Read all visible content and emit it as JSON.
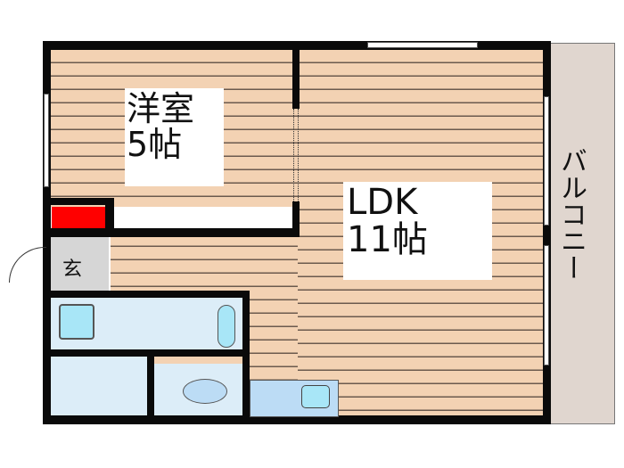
{
  "rooms": {
    "western_room": {
      "name": "洋室",
      "size": "5帖"
    },
    "ldk": {
      "name": "LDK",
      "size": "11帖"
    },
    "entrance": {
      "name": "玄"
    },
    "balcony": {
      "name": "バルコニー"
    }
  },
  "colors": {
    "floor": "#f3d2b3",
    "wall": "#0a0a0a",
    "wet_area": "#dcedf8",
    "fixture": "#bcdcf5",
    "entrance": "#d6d6d6",
    "balcony": "#e0d6cf",
    "shoe_box": "#ff0000"
  }
}
